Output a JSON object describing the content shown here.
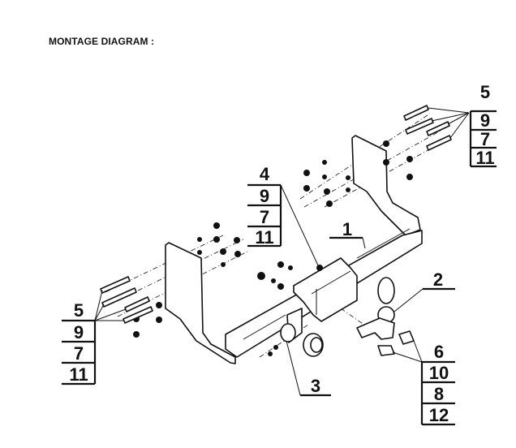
{
  "title": "MONTAGE DIAGRAM :",
  "callouts": {
    "frame": "1",
    "ball": "2",
    "socket_plate": "3",
    "center_group": [
      "4",
      "9",
      "7",
      "11"
    ],
    "top_right_group": [
      "5",
      "9",
      "7",
      "11"
    ],
    "left_group": [
      "5",
      "9",
      "7",
      "11"
    ],
    "ball_bolts_group": [
      "6",
      "10",
      "8",
      "12"
    ]
  }
}
